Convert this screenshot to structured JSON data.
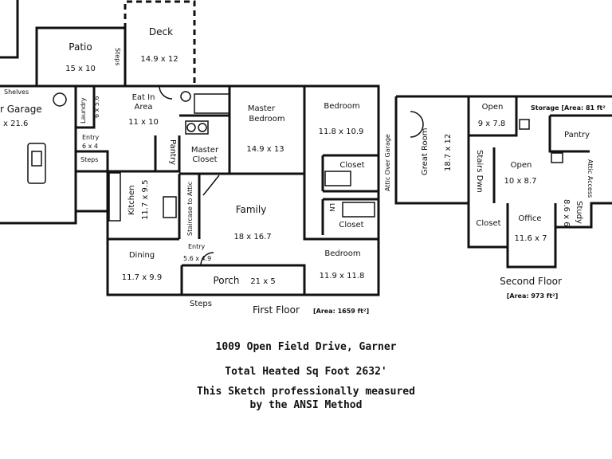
{
  "rooms": {
    "patio": {
      "name": "Patio",
      "dims": "15 x 10"
    },
    "deck": {
      "name": "Deck",
      "dims": "14.9 x 12"
    },
    "steps_patio": "Steps",
    "shelves": "Shelves",
    "garage": {
      "name": "r Garage",
      "dims": "x 21.6"
    },
    "laundry": {
      "name": "Laundry",
      "dims": "6 x 5.6"
    },
    "entry_garage": {
      "name": "Entry",
      "dims": "6 x 4"
    },
    "steps_garage": "Steps",
    "eat_in": {
      "name1": "Eat In",
      "name2": "Area",
      "dims": "11 x 10"
    },
    "pantry1": "Pantry",
    "master_bedroom": {
      "name1": "Master",
      "name2": "Bedroom",
      "dims": "14.9 x 13"
    },
    "master_closet": {
      "name1": "Master",
      "name2": "Closet"
    },
    "bedroom1": {
      "name": "Bedroom",
      "dims": "11.8 x 10.9"
    },
    "closet1": "Closet",
    "ln": "LN",
    "closet2": "Closet",
    "kitchen": {
      "name": "Kitchen",
      "dims": "11.7 x 9.5"
    },
    "staircase": "Staircase to Attic",
    "family": {
      "name": "Family",
      "dims": "18 x 16.7"
    },
    "entry_front": {
      "name": "Entry",
      "dims": "5.6 x 4.9"
    },
    "dining": {
      "name": "Dining",
      "dims": "11.7 x 9.9"
    },
    "porch": {
      "name": "Porch",
      "dims": "21 x 5"
    },
    "bedroom2": {
      "name": "Bedroom",
      "dims": "11.9 x 11.8"
    },
    "steps_front": "Steps",
    "attic_over_garage": "Attic Over Garage",
    "great_room": {
      "name": "Great Room",
      "dims": "18.7 x 12"
    },
    "open1": {
      "name": "Open",
      "dims": "9 x 7.8"
    },
    "storage": "Storage [Area: 81 ft²",
    "pantry2": "Pantry",
    "stairs_down": "Stairs Dwn",
    "open2": {
      "name": "Open",
      "dims": "10 x 8.7"
    },
    "attic_access": "Attic Access",
    "closet3": "Closet",
    "office": {
      "name": "Office",
      "dims": "11.6 x 7"
    },
    "study": {
      "name": "Study",
      "dims": "8.6 x 6"
    }
  },
  "floors": {
    "first": {
      "label": "First Floor",
      "area": "[Area: 1659 ft²]"
    },
    "second": {
      "label": "Second Floor",
      "area": "[Area: 973 ft²]"
    }
  },
  "caption": {
    "address": "1009 Open Field Drive, Garner",
    "total": "Total Heated Sq Foot 2632'",
    "note1": "This Sketch professionally measured",
    "note2": "by the ANSI Method"
  }
}
